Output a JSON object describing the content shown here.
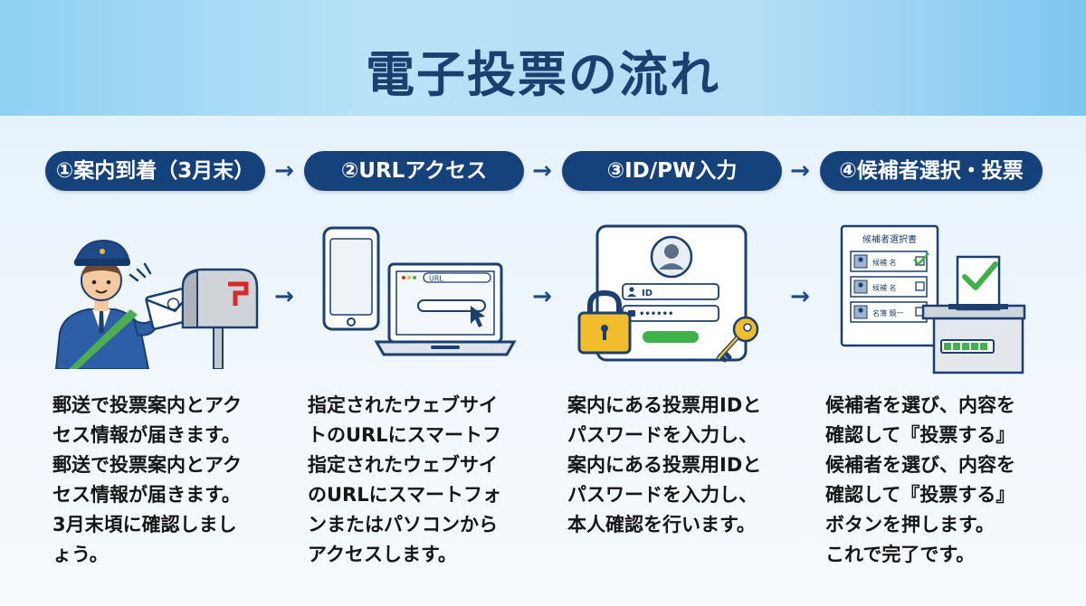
{
  "title": "電子投票の流れ",
  "steps": [
    {
      "label": "①案内到着（3月末）",
      "description": "郵送で投票案内とアク\nセス情報が届きます。\n郵送で投票案内とアク\nセス情報が届きます。\n3月末頃に確認しまし\nょう。"
    },
    {
      "label": "②URLアクセス",
      "description": "指定されたウェブサイ\nトのURLにスマートフ\n指定されたウェブサイ\nのURLにスマートフォ\nンまたはパソコンから\nアクセスします。",
      "illustration": {
        "url_text": "URL"
      }
    },
    {
      "label": "③ID/PW入力",
      "description": "案内にある投票用IDと\nパスワードを入力し、\n案内にある投票用IDと\nパスワードを入力し、\n本人確認を行います。",
      "illustration": {
        "id_text": "ID",
        "pw_text": "••••••"
      }
    },
    {
      "label": "④候補者選択・投票",
      "description": "候補者を選び、内容を\n確認して『投票する』\n候補者を選び、内容を\n確認して『投票する』\nボタンを押します。\nこれで完了です。",
      "illustration": {
        "ballot_title": "候補者選択書",
        "rows": [
          "候補 名",
          "候補 名",
          "名簿 鏡一"
        ]
      }
    }
  ],
  "arrow_glyph": "→",
  "colors": {
    "pill": "#16427c",
    "title": "#1b3f6e",
    "accent_green": "#3fb04a",
    "key_yellow": "#f2bd2c"
  }
}
